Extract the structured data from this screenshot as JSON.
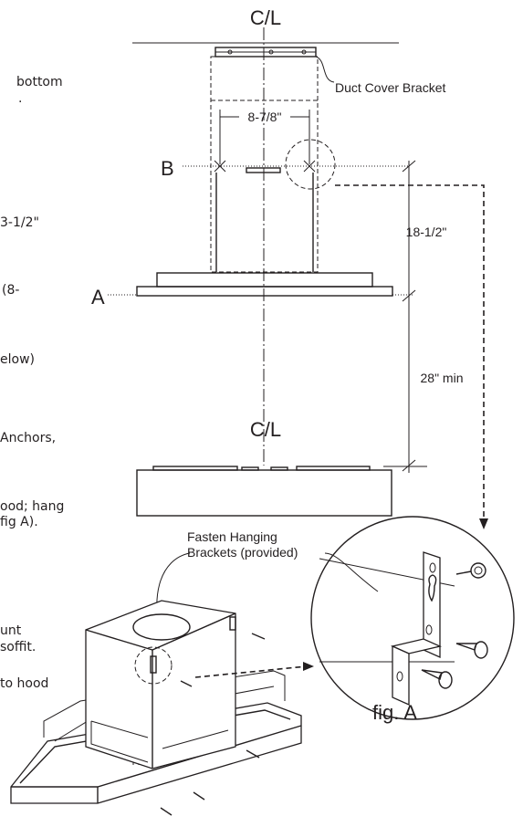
{
  "text_fragments": [
    "bottom",
    ".",
    "3-1/2\"",
    "(8-",
    "elow)",
    "Anchors,",
    "ood; hang",
    "fig A).",
    "unt",
    "soffit.",
    "to hood"
  ],
  "labels": {
    "centerline_top": "C/L",
    "centerline_bottom": "C/L",
    "duct_cover_bracket": "Duct Cover Bracket",
    "bracket_spacing": "8-7/8\"",
    "point_b": "B",
    "point_a": "A",
    "hood_height": "18-1/2\"",
    "min_clearance": "28\" min",
    "fasten_line1": "Fasten Hanging",
    "fasten_line2": "Brackets (provided)",
    "detail": "fig. A"
  }
}
